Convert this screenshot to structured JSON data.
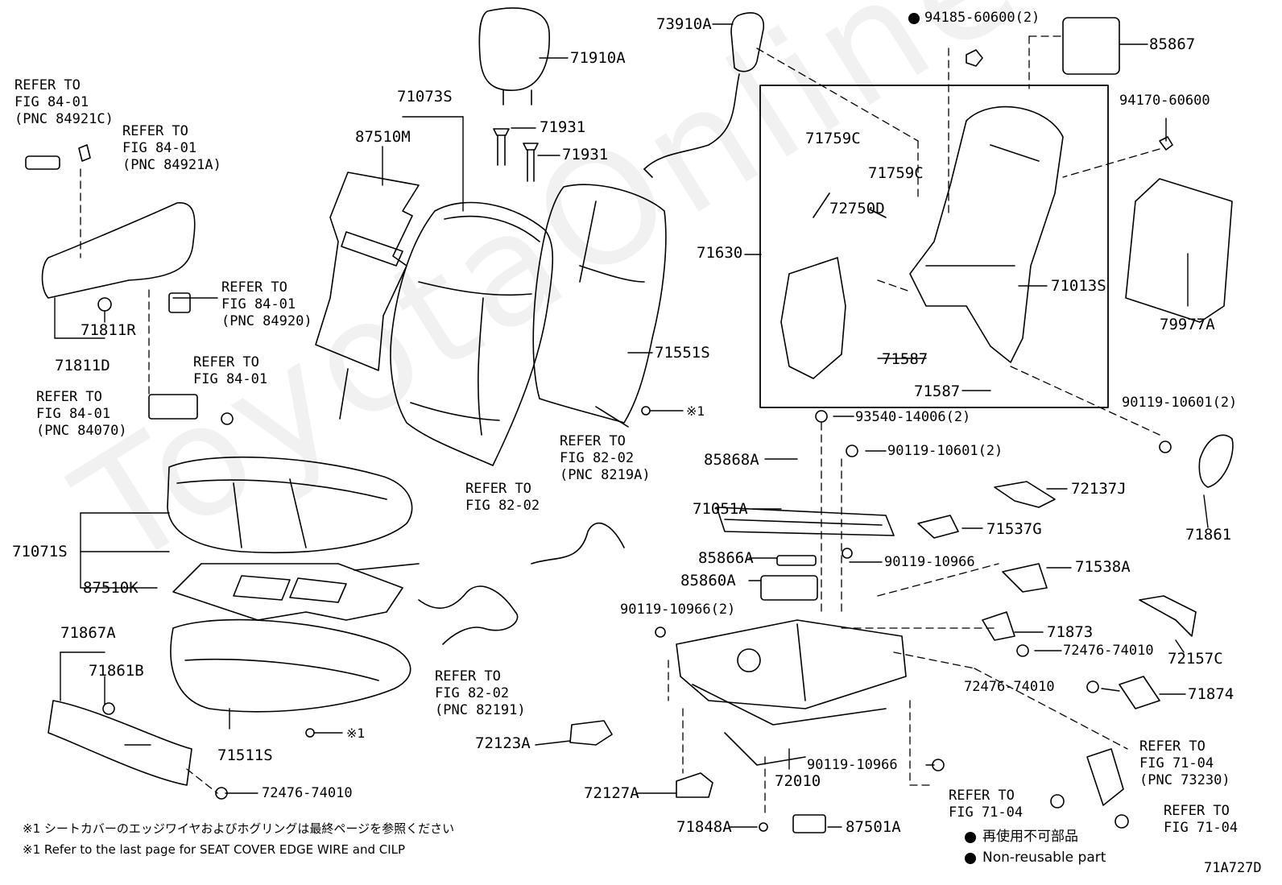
{
  "labels": {
    "p73910A": "73910A",
    "p94185": "94185-60600(2)",
    "p85867": "85867",
    "p71910A": "71910A",
    "p71073S": "71073S",
    "p87510M": "87510M",
    "p71931a": "71931",
    "p71931b": "71931",
    "p94170": "94170-60600",
    "p71759C_1": "71759C",
    "p71759C_2": "71759C",
    "p72750D": "72750D",
    "p71630": "71630",
    "p71013S": "71013S",
    "p79977A": "79977A",
    "p71587a": "71587",
    "p71587b": "71587",
    "p71551S": "71551S",
    "p71811R": "71811R",
    "p71811D": "71811D",
    "p93540": "93540-14006(2)",
    "p90119_1": "90119-10601(2)",
    "p90119_2": "90119-10601(2)",
    "p85868A": "85868A",
    "p71051A": "71051A",
    "p85866A": "85866A",
    "p85860A": "85860A",
    "p90119_10966a": "90119-10966",
    "p90119_10966_2": "90119-10966(2)",
    "p90119_10966b": "90119-10966",
    "p72137J": "72137J",
    "p71537G": "71537G",
    "p71538A": "71538A",
    "p71861": "71861",
    "p71873": "71873",
    "p72157C": "72157C",
    "p72476_a": "72476-74010",
    "p72476_b": "72476-74010",
    "p72476_c": "72476-74010",
    "p71874": "71874",
    "p71071S": "71071S",
    "p87510K": "87510K",
    "p71867A": "71867A",
    "p71861B": "71861B",
    "p71511S": "71511S",
    "p72123A": "72123A",
    "p72127A": "72127A",
    "p72010": "72010",
    "p71848A": "71848A",
    "p87501A": "87501A",
    "sym1a": "※1",
    "sym1b": "※1"
  },
  "refs": {
    "r1": "REFER TO\nFIG 84-01\n(PNC 84921C)",
    "r2": "REFER TO\nFIG 84-01\n(PNC 84921A)",
    "r3": "REFER TO\nFIG 84-01\n(PNC 84920)",
    "r4": "REFER TO\nFIG 84-01",
    "r5": "REFER TO\nFIG 84-01\n(PNC 84070)",
    "r6": "REFER TO\nFIG 82-02\n(PNC 8219A)",
    "r7": "REFER TO\nFIG 82-02",
    "r8": "REFER TO\nFIG 82-02\n(PNC 82191)",
    "r9": "REFER TO\nFIG 71-04\n(PNC 73230)",
    "r10": "REFER TO\nFIG 71-04",
    "r11": "REFER TO\nFIG 71-04"
  },
  "notes": {
    "jp": "※1 シートカバーのエッジワイヤおよびホグリングは最終ページを参照ください",
    "en": "※1 Refer to the last page for SEAT COVER EDGE WIRE and CILP"
  },
  "legend": {
    "jp": "再使用不可部品",
    "en": "Non-reusable part"
  },
  "figure_code": "71A727D",
  "watermark": "ToyotaOnline.ru"
}
